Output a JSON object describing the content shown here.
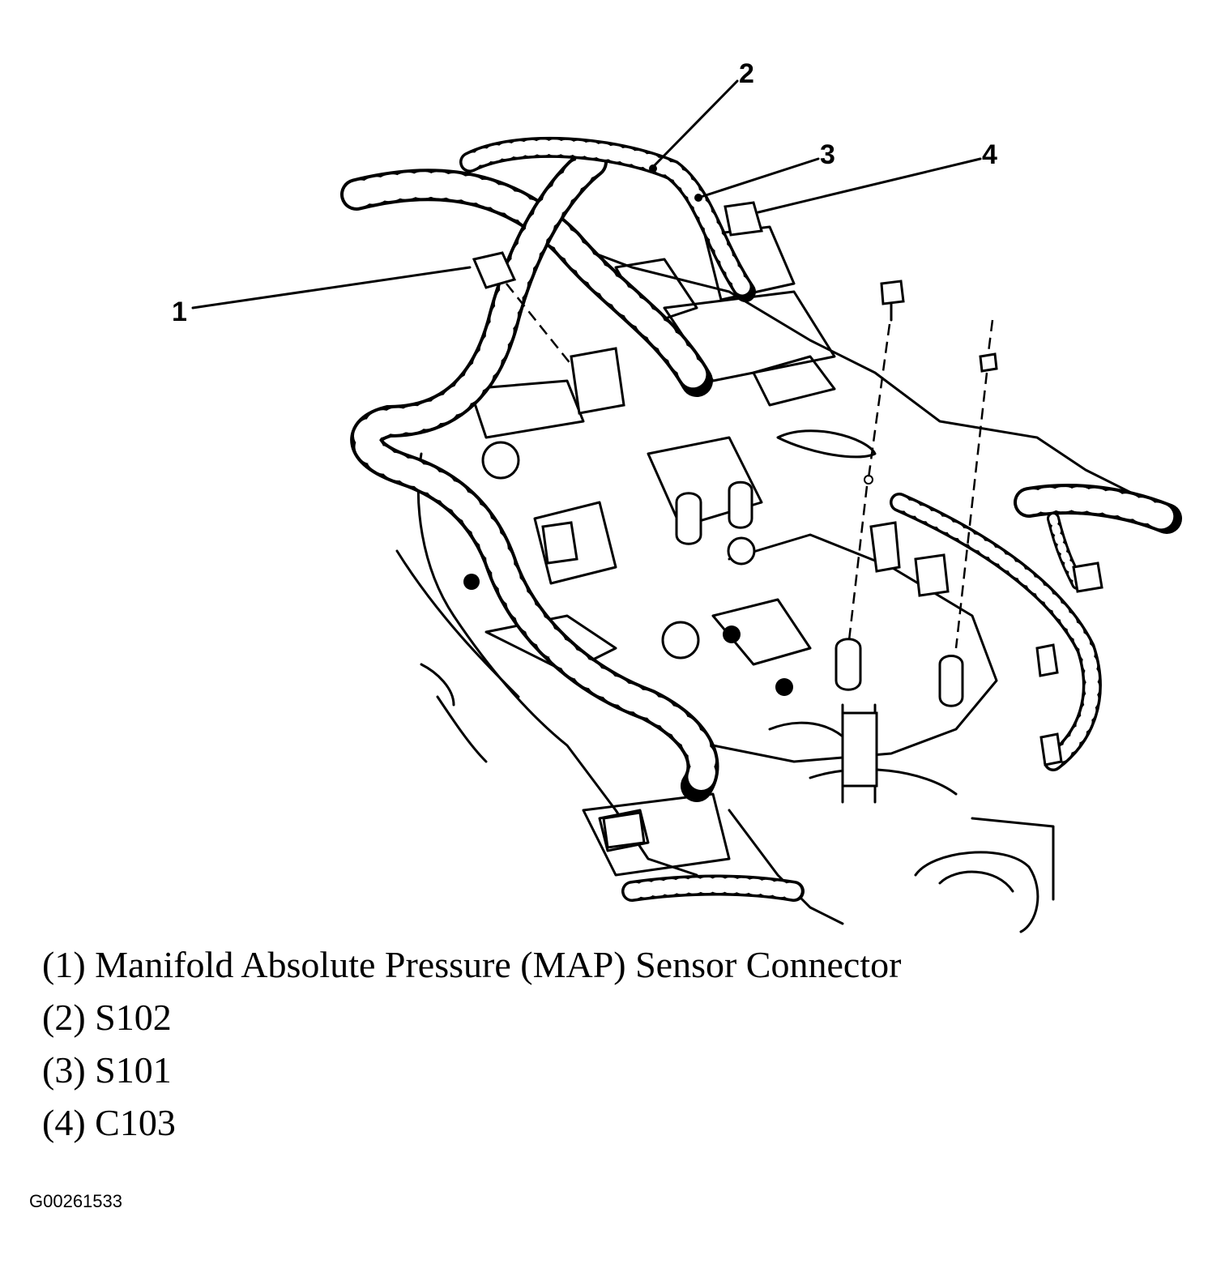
{
  "callouts": [
    {
      "id": "1",
      "label": "1"
    },
    {
      "id": "2",
      "label": "2"
    },
    {
      "id": "3",
      "label": "3"
    },
    {
      "id": "4",
      "label": "4"
    }
  ],
  "legend": [
    {
      "id": "1",
      "text": "(1) Manifold Absolute Pressure (MAP) Sensor Connector"
    },
    {
      "id": "2",
      "text": "(2) S102"
    },
    {
      "id": "3",
      "text": "(3) S101"
    },
    {
      "id": "4",
      "text": "(4) C103"
    }
  ],
  "figure_id": "G00261533"
}
